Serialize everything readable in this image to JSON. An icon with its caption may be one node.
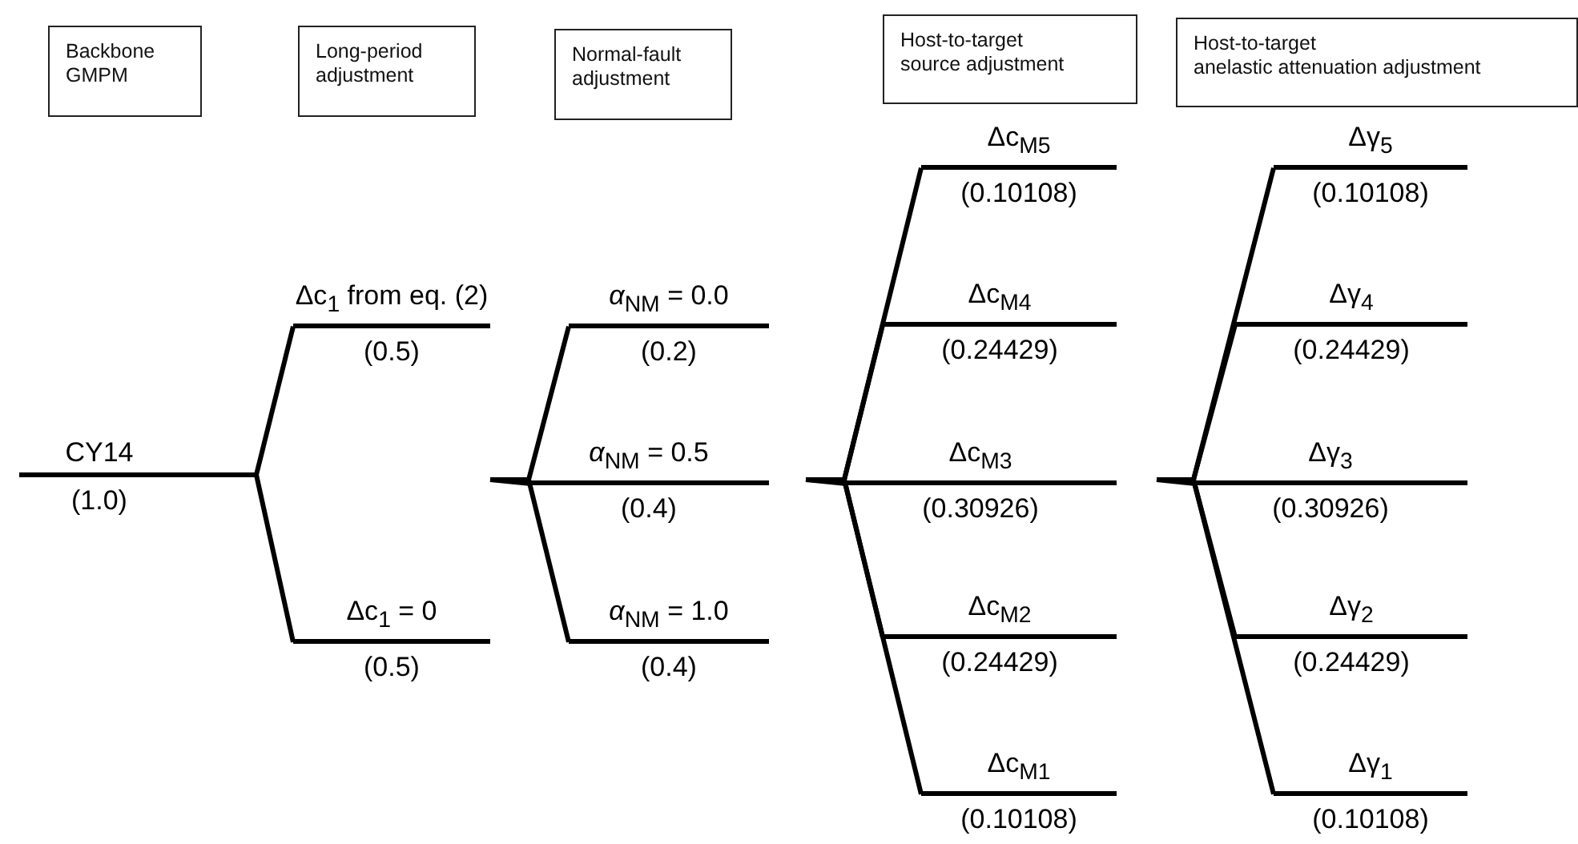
{
  "diagram": {
    "nodes": [
      {
        "text": [
          "Backbone GMPM"
        ]
      },
      {
        "text": [
          "Long-period adjustment"
        ]
      },
      {
        "text": [
          "Normal-fault adjustment"
        ]
      },
      {
        "text": [
          "Host-to-target source adjustment"
        ]
      },
      {
        "text": [
          "Host-to-target anelastic attenuation adjustment"
        ]
      },
      {
        "text": [
          "CY14",
          "(1.0)"
        ]
      },
      {
        "text": [
          "Δc$_{1}$ from eq. (2)",
          "(0.5)"
        ]
      },
      {
        "text": [
          "Δc$_{1}$ = 0",
          "(0.5)"
        ]
      },
      {
        "text": [
          "*α*$_{NM}$ = 0.0",
          "(0.2)"
        ]
      },
      {
        "text": [
          "*α*$_{NM}$ = 0.5",
          "(0.4)"
        ]
      },
      {
        "text": [
          "*α*$_{NM}$ = 1.0",
          "(0.4)"
        ]
      },
      {
        "text": [
          "Δc$_{M5}$",
          "(0.10108)"
        ]
      },
      {
        "text": [
          "Δc$_{M4}$",
          "(0.24429)"
        ]
      },
      {
        "text": [
          "Δc$_{M3}$",
          "(0.30926)"
        ]
      },
      {
        "text": [
          "Δc$_{M2}$",
          "(0.24429)"
        ]
      },
      {
        "text": [
          "Δc$_{M1}$",
          "(0.10108)"
        ]
      },
      {
        "text": [
          "Δγ$_{5}$",
          "(0.10108)"
        ]
      },
      {
        "text": [
          "Δγ$_{4}$",
          "(0.24429)"
        ]
      },
      {
        "text": [
          "Δγ$_{3}$",
          "(0.30926)"
        ]
      },
      {
        "text": [
          "Δγ$_{2}$",
          "(0.24429)"
        ]
      },
      {
        "text": [
          "Δγ$_{1}$",
          "(0.10108)"
        ]
      }
    ],
    "edges": [
      {
        "from": 5,
        "to": 6,
        "arrow": "none"
      },
      {
        "from": 5,
        "to": 7,
        "arrow": "none"
      },
      {
        "from": null,
        "to": 8,
        "arrow": "none"
      },
      {
        "from": null,
        "to": 9,
        "arrow": "none"
      },
      {
        "from": null,
        "to": 10,
        "arrow": "none"
      },
      {
        "from": null,
        "to": 11,
        "arrow": "none"
      },
      {
        "from": null,
        "to": 12,
        "arrow": "none"
      },
      {
        "from": null,
        "to": 13,
        "arrow": "none"
      },
      {
        "from": null,
        "to": 14,
        "arrow": "none"
      },
      {
        "from": null,
        "to": 15,
        "arrow": "none"
      },
      {
        "from": null,
        "to": 16,
        "arrow": "none"
      },
      {
        "from": null,
        "to": 17,
        "arrow": "none"
      },
      {
        "from": null,
        "to": 18,
        "arrow": "none"
      },
      {
        "from": null,
        "to": 19,
        "arrow": "none"
      },
      {
        "from": null,
        "to": 20,
        "arrow": "none"
      }
    ]
  }
}
